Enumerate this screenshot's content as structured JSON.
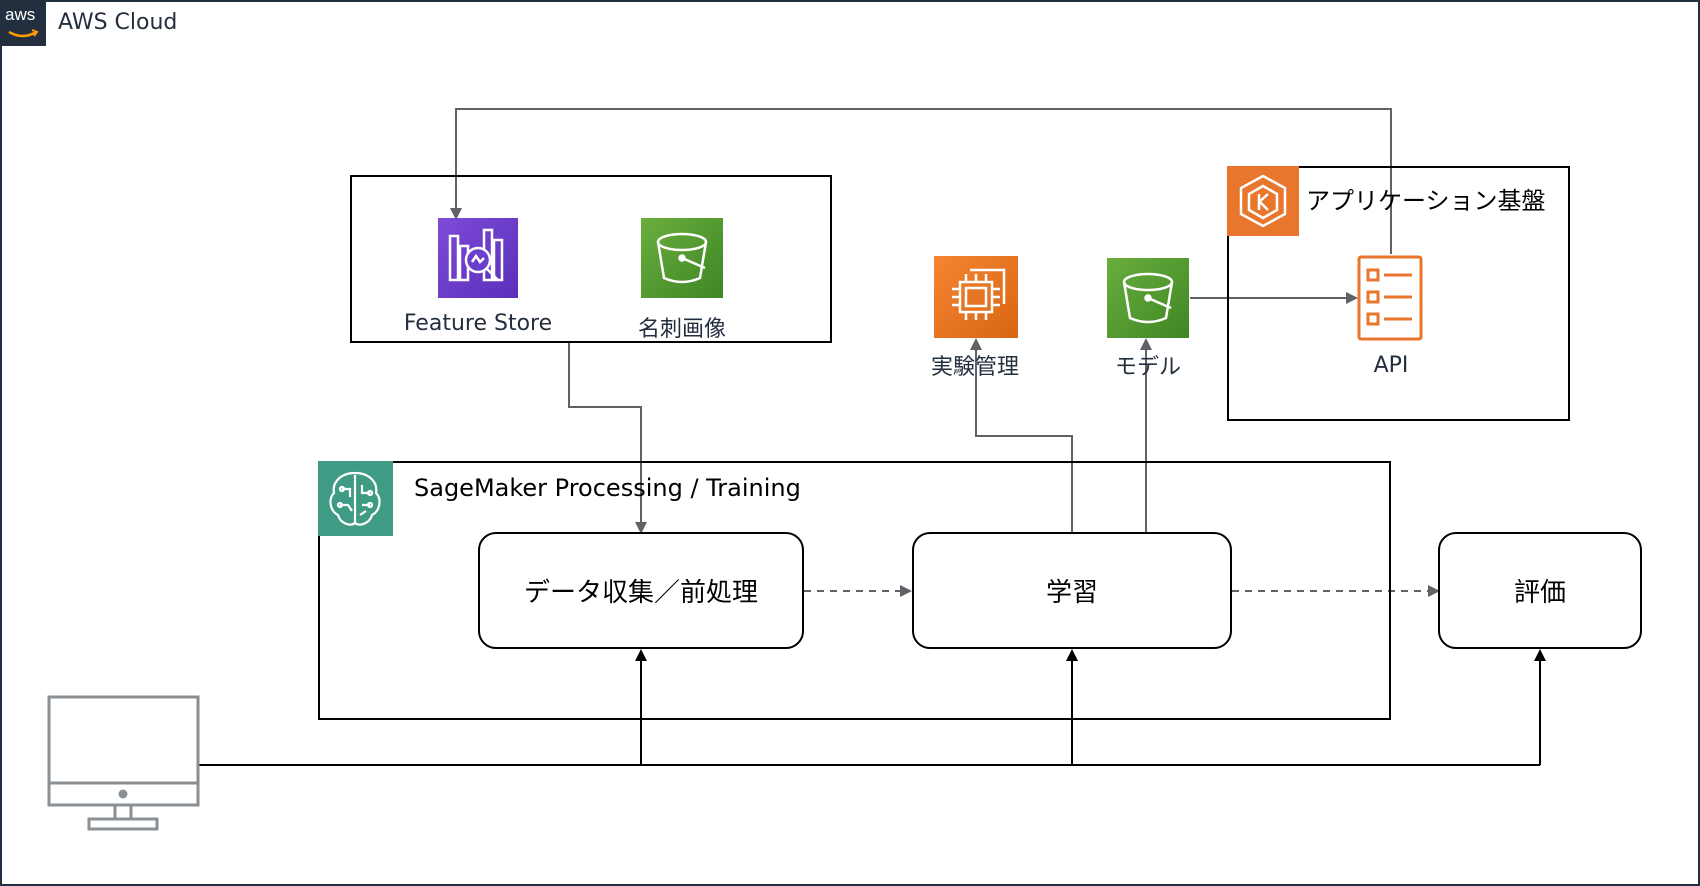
{
  "aws_cloud": {
    "label": "AWS Cloud",
    "logo_text": "aws"
  },
  "data_group": {
    "feature_store": {
      "label": "Feature Store"
    },
    "business_card_images": {
      "label": "名刺画像"
    }
  },
  "experiment_management": {
    "label": "実験管理"
  },
  "model_bucket": {
    "label": "モデル"
  },
  "application_platform": {
    "title": "アプリケーション基盤",
    "api": {
      "label": "API"
    }
  },
  "sagemaker": {
    "title": "SageMaker Processing / Training",
    "steps": {
      "data_prep": "データ収集／前処理",
      "training": "学習"
    }
  },
  "evaluation": {
    "label": "評価"
  },
  "colors": {
    "aws_dark": "#232f3e",
    "feature_store_purple": "#7d4bd9",
    "s3_green": "#3f8624",
    "compute_orange": "#e8762c",
    "sagemaker_teal": "#3f9b83",
    "line_gray": "#5f6367"
  }
}
